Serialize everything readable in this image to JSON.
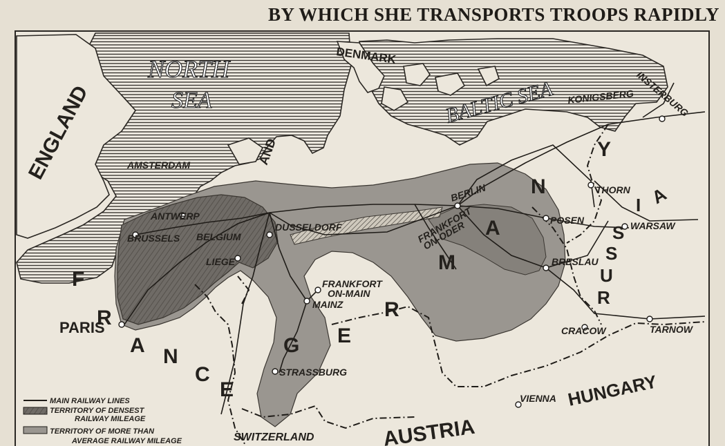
{
  "headline": "BY WHICH SHE TRANSPORTS TROOPS RAPIDLY",
  "seas": {
    "north_sea_1": "NORTH",
    "north_sea_2": "SEA",
    "baltic_sea": "BALTIC SEA"
  },
  "countries": {
    "england": "ENGLAND",
    "denmark": "DENMARK",
    "holland": "AND",
    "belgium": "BELGIUM",
    "france_1": "F",
    "france_2": "R",
    "france_3": "A",
    "france_4": "N",
    "france_5": "C",
    "france_6": "E",
    "germany_g": "G",
    "germany_e": "E",
    "germany_r": "R",
    "germany_m": "M",
    "germany_a": "A",
    "germany_n": "N",
    "germany_y": "Y",
    "russia_r": "R",
    "russia_u": "U",
    "russia_s": "S",
    "russia_s2": "S",
    "russia_i": "I",
    "russia_a": "A",
    "austria": "AUSTRIA",
    "hungary": "HUNGARY",
    "switzerland": "SWITZERLAND"
  },
  "cities": {
    "amsterdam": "AMSTERDAM",
    "antwerp": "ANTWERP",
    "brussels": "BRUSSELS",
    "liege": "LIEGE",
    "dusseldorf": "DUSSELDORF",
    "berlin": "BERLIN",
    "frankfort_oder": "FRANKFORT",
    "frankfort_oder_sub": "ON-ODER",
    "frankfort_main": "FRANKFORT",
    "frankfort_main_sub": "ON-MAIN",
    "mainz": "MAINZ",
    "strassburg": "STRASSBURG",
    "paris": "PARIS",
    "posen": "POSEN",
    "breslau": "BRESLAU",
    "thorn": "THORN",
    "warsaw": "WARSAW",
    "konigsberg": "KONIGSBERG",
    "insterburg": "INSTERBURG",
    "cracow": "CRACOW",
    "tarnow": "TARNOW",
    "vienna": "VIENNA"
  },
  "legend": {
    "main_lines": "MAIN RAILWAY LINES",
    "densest_1": "TERRITORY OF DENSEST",
    "densest_2": "RAILWAY MILEAGE",
    "above_avg_1": "TERRITORY OF MORE THAN",
    "above_avg_2": "AVERAGE RAILWAY MILEAGE"
  },
  "colors": {
    "paper": "#e6e0d3",
    "ink": "#24211d",
    "dense": "#6f6b66",
    "above_average": "#9a9690"
  }
}
